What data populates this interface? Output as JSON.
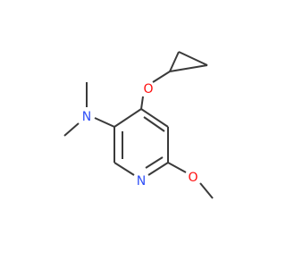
{
  "molecule": {
    "atoms": {
      "oxygen_ether": {
        "symbol": "O",
        "color": "#ff0d0d"
      },
      "nitrogen_amine": {
        "symbol": "N",
        "color": "#3050f8"
      },
      "nitrogen_ring": {
        "symbol": "N",
        "color": "#3050f8"
      },
      "oxygen_methoxy": {
        "symbol": "O",
        "color": "#ff0d0d"
      }
    },
    "bond_color": "#3a3a3a"
  }
}
